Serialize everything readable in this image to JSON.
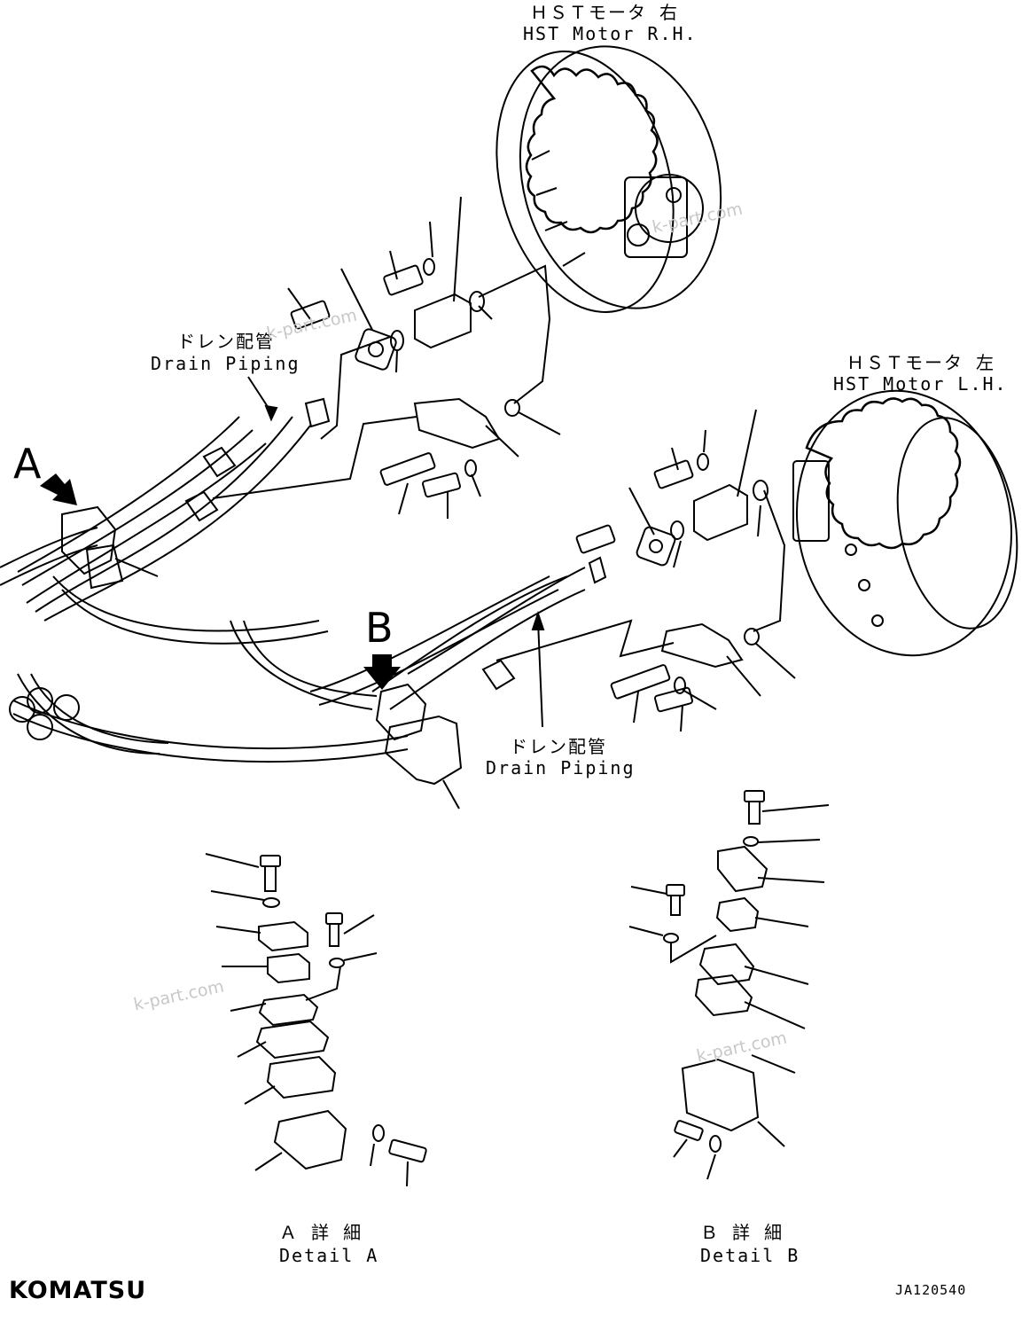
{
  "labels": {
    "motor_rh_jp": "ＨＳＴモータ 右",
    "motor_rh_en": "HST Motor R.H.",
    "motor_lh_jp": "ＨＳＴモータ 左",
    "motor_lh_en": "HST Motor L.H.",
    "drain_top_jp": "ドレン配管",
    "drain_top_en": "Drain Piping",
    "drain_bottom_jp": "ドレン配管",
    "drain_bottom_en": "Drain Piping",
    "marker_a": "A",
    "marker_b": "B",
    "detail_a_jp": "Ａ 詳 細",
    "detail_a_en": "Detail A",
    "detail_b_jp": "Ｂ 詳 細",
    "detail_b_en": "Detail B"
  },
  "watermarks": [
    "k-part.com",
    "k-part.com",
    "k-part.com",
    "k-part.com"
  ],
  "brand": "KOMATSU",
  "drawing_code": "JA120540",
  "icons": {
    "arrow_a": "arrow-icon",
    "arrow_b": "arrow-icon"
  }
}
